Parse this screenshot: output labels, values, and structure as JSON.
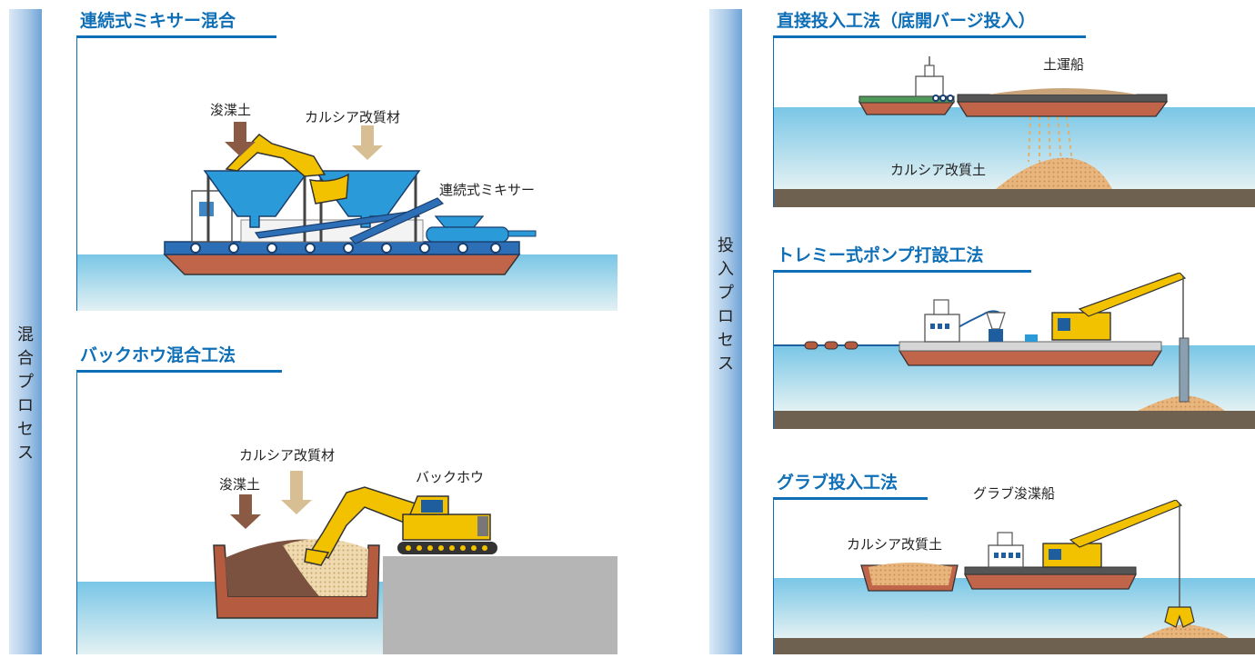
{
  "sidebars": {
    "left": {
      "label": [
        "混",
        "合",
        "プ",
        "ロ",
        "セ",
        "ス"
      ]
    },
    "right": {
      "label": [
        "投",
        "入",
        "プ",
        "ロ",
        "セ",
        "ス"
      ]
    }
  },
  "sections": {
    "mixer": {
      "title": "連続式ミキサー混合",
      "labels": {
        "dredged_soil": "浚渫土",
        "additive": "カルシア改質材",
        "mixer": "連続式ミキサー"
      }
    },
    "backhoe": {
      "title": "バックホウ混合工法",
      "labels": {
        "additive": "カルシア改質材",
        "dredged_soil": "浚渫土",
        "backhoe": "バックホウ"
      }
    },
    "direct": {
      "title": "直接投入工法（底開バージ投入）",
      "labels": {
        "barge": "土運船",
        "soil": "カルシア改質土"
      }
    },
    "tremie": {
      "title": "トレミー式ポンプ打設工法"
    },
    "grab": {
      "title": "グラブ投入工法",
      "labels": {
        "dredger": "グラブ浚渫船",
        "soil": "カルシア改質土"
      }
    }
  },
  "colors": {
    "accent": "#0e6fb7",
    "water": "#8fd0ea",
    "seabed": "#6e6150",
    "hull": "#b55b40",
    "machine": "#f2c200",
    "soil_arrow": "#8b5a44",
    "additive_arrow": "#d8bf93"
  }
}
